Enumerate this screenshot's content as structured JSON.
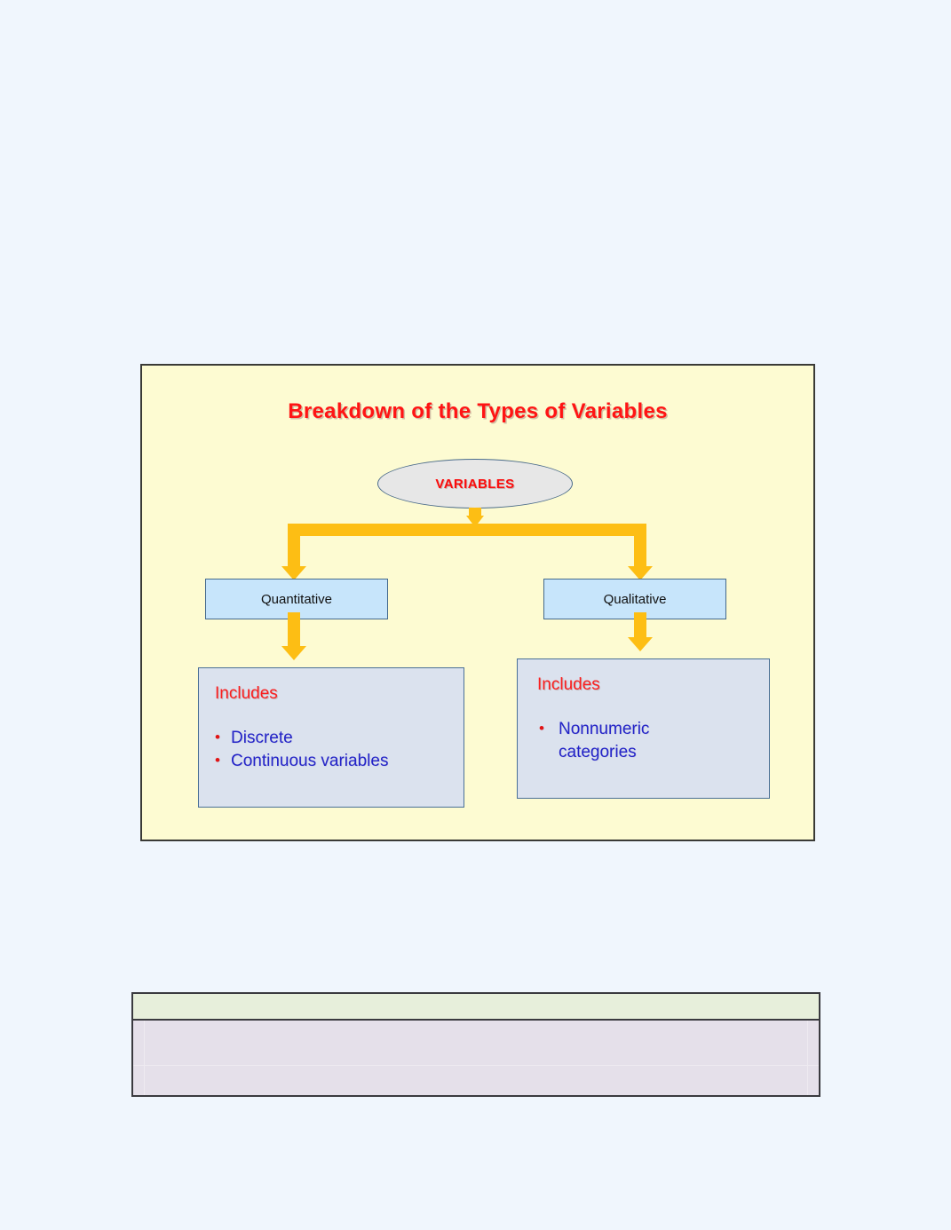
{
  "page": {
    "background_color": "#f0f6fd"
  },
  "diagram": {
    "title": "Breakdown  of the  Types of Variables",
    "panel_background": "#fdfbd2",
    "panel_border_color": "#3a3a36",
    "connector_color": "#fdbe14",
    "root": {
      "label": "VARIABLES",
      "shape": "ellipse",
      "fill": "#e7e7e7",
      "border": "#4a6b8a",
      "text_color": "#fb0b0b"
    },
    "categories": [
      {
        "label": "Quantitative",
        "fill": "#c7e5fb",
        "border": "#44698c",
        "text_color": "#111111"
      },
      {
        "label": "Qualitative",
        "fill": "#c7e5fb",
        "border": "#44698c",
        "text_color": "#111111"
      }
    ],
    "detail_boxes": [
      {
        "heading": "Includes",
        "heading_color": "#fb1d1d",
        "fill": "#dbe2ee",
        "border": "#4a7097",
        "bullets": [
          "Discrete",
          "Continuous variables"
        ],
        "bullet_text_color": "#2424c8",
        "bullet_marker_color": "#e21414"
      },
      {
        "heading": "Includes",
        "heading_color": "#fb1d1d",
        "fill": "#dbe2ee",
        "border": "#4a7097",
        "bullets": [
          "Nonnumeric",
          "categories"
        ],
        "bullet_text_color": "#2424c8",
        "bullet_marker_color": "#e21414"
      }
    ]
  },
  "bottom_table": {
    "header_fill": "#e7efdb",
    "body_fill": "#e5e0ea",
    "border_color": "#3a3a3f",
    "header_cells": [
      ""
    ],
    "body_rows": [
      [
        ""
      ],
      [
        ""
      ]
    ]
  }
}
